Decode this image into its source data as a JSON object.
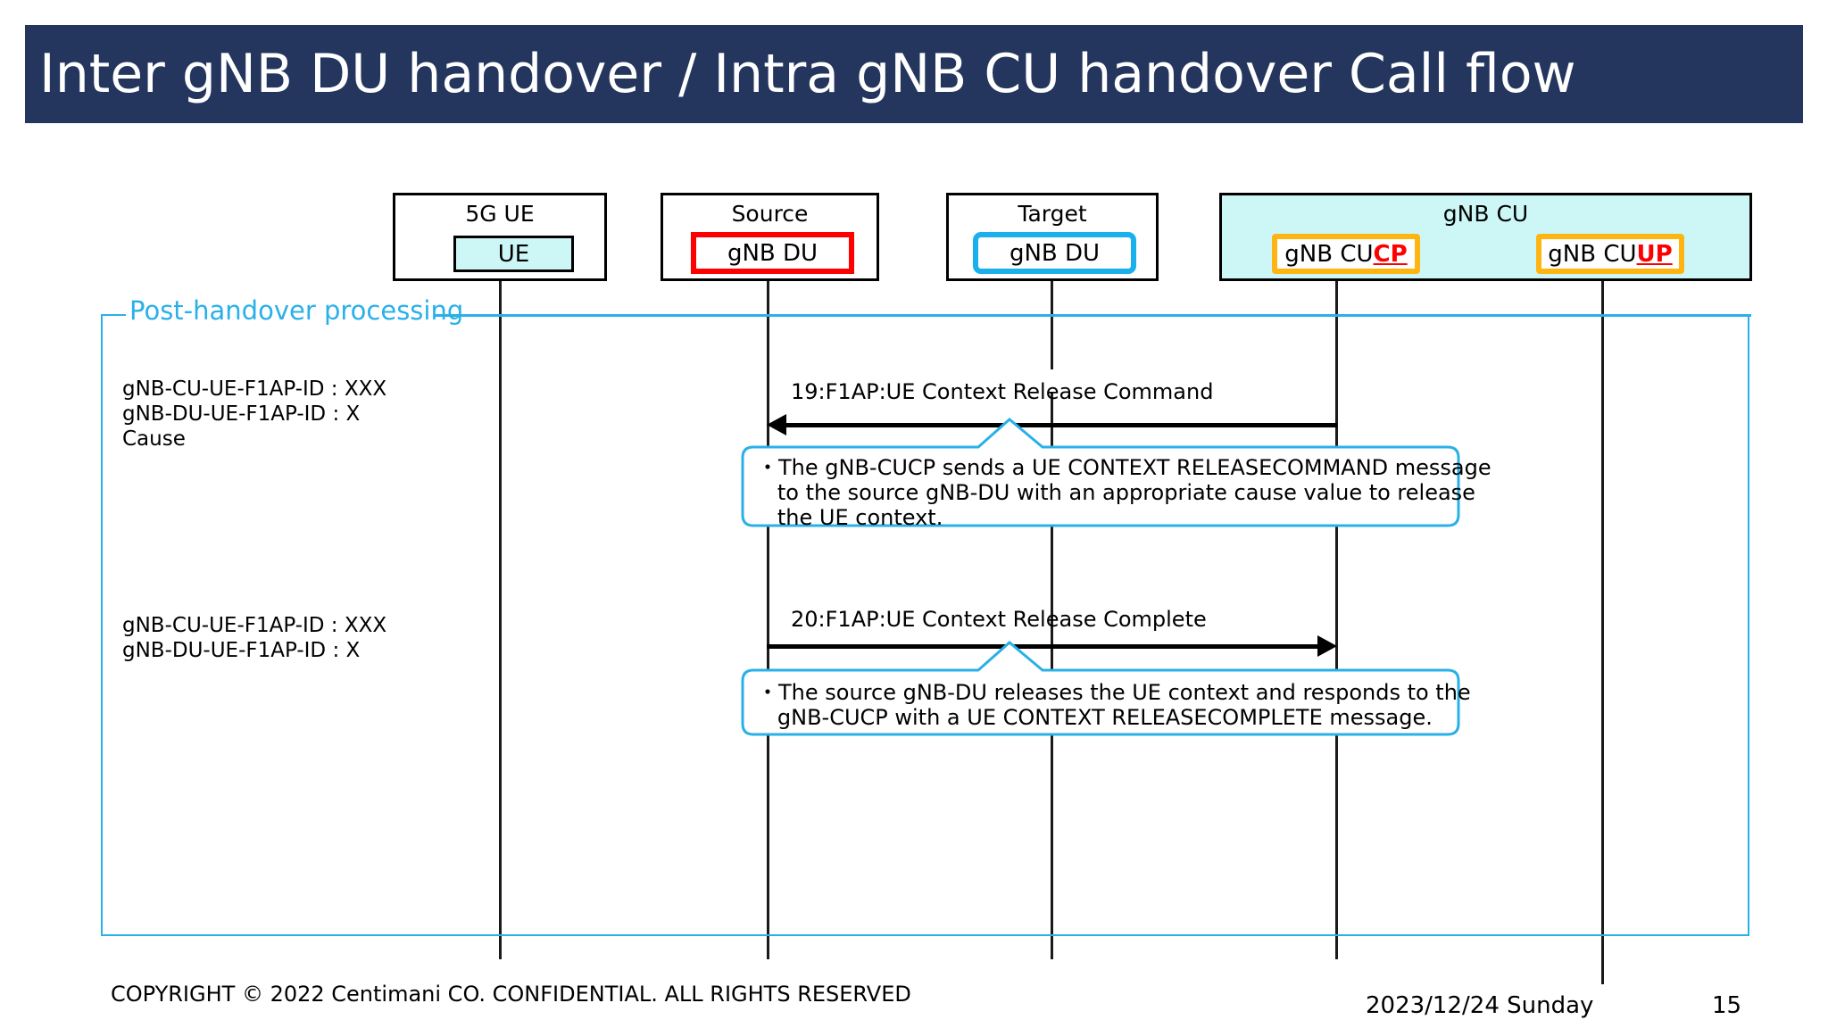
{
  "slide": {
    "title": "Inter gNB DU handover / Intra gNB CU handover Call flow",
    "banner_color": "#24365e"
  },
  "nodes": [
    {
      "key": "ue",
      "title": "5G  UE",
      "inner_label": "UE",
      "inner_style": "filled-cyan-black-border"
    },
    {
      "key": "source_du",
      "title": "Source",
      "inner_label": "gNB DU",
      "inner_style": "red-border"
    },
    {
      "key": "target_du",
      "title": "Target",
      "inner_label": "gNB DU",
      "inner_style": "blue-border"
    },
    {
      "key": "gnb_cu",
      "title": "gNB CU",
      "inner_style": "cyan-group",
      "children": [
        {
          "key": "cucp",
          "prefix": "gNB CU",
          "suffix": "CP",
          "suffix_color": "#ff0000"
        },
        {
          "key": "cuup",
          "prefix": "gNB CU",
          "suffix": "UP",
          "suffix_color": "#ff0000"
        }
      ]
    }
  ],
  "frame": {
    "label": "Post-handover processing",
    "color": "#2ab0e8"
  },
  "annotations": [
    {
      "key": "annot-1",
      "lines": "gNB-CU-UE-F1AP-ID : XXX\ngNB-DU-UE-F1AP-ID : X\nCause"
    },
    {
      "key": "annot-2",
      "lines": "gNB-CU-UE-F1AP-ID : XXX\ngNB-DU-UE-F1AP-ID : X"
    }
  ],
  "messages": [
    {
      "key": "msg-19",
      "label": "19:F1AP:UE Context Release Command",
      "direction": "left"
    },
    {
      "key": "msg-20",
      "label": "20:F1AP:UE Context Release Complete",
      "direction": "right"
    }
  ],
  "callouts": [
    {
      "key": "callout-1",
      "text": "・The gNB-CUCP sends a UE CONTEXT RELEASECOMMAND message\n   to the source gNB-DU with an appropriate cause value to release\n   the UE context."
    },
    {
      "key": "callout-2",
      "text": "・The source gNB-DU releases the UE context and responds to the\n   gNB-CUCP with a UE CONTEXT RELEASECOMPLETE message."
    }
  ],
  "footer": {
    "copyright": "COPYRIGHT © 2022 Centimani CO. CONFIDENTIAL. ALL RIGHTS RESERVED",
    "date": "2023/12/24 Sunday",
    "page_number": "15"
  }
}
